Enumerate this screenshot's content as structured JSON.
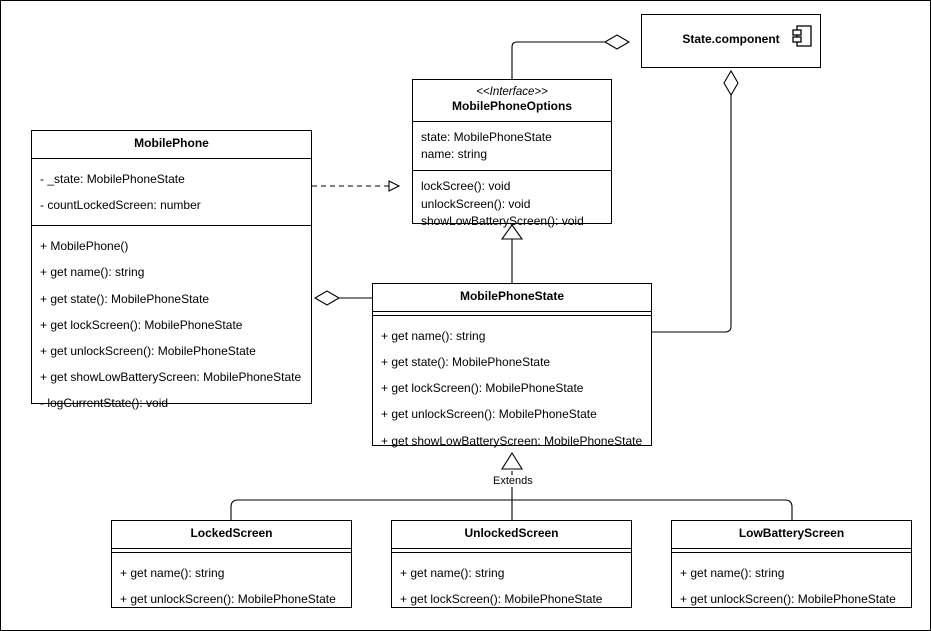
{
  "diagram": {
    "kind": "uml-class-diagram",
    "title": "MobilePhone State Pattern UML Class Diagram",
    "stroke_color": "#000000",
    "background_color": "#ffffff",
    "connector_color": "#000000"
  },
  "classes": {
    "state_component": {
      "name": "State.component",
      "icon": "component-icon",
      "stereotype": "",
      "attributes": [],
      "methods": []
    },
    "mobile_phone_options": {
      "stereotype": "<<Interface>>",
      "name": "MobilePhoneOptions",
      "attributes": [
        "state: MobilePhoneState",
        "name: string"
      ],
      "methods": [
        "lockScree(): void",
        "unlockScreen(): void",
        "showLowBatteryScreen(): void"
      ]
    },
    "mobile_phone": {
      "name": "MobilePhone",
      "stereotype": "",
      "attributes": [
        "- _state: MobilePhoneState",
        "- countLockedScreen: number"
      ],
      "methods": [
        "+ MobilePhone()",
        "+ get name(): string",
        "+ get state(): MobilePhoneState",
        "+ get lockScreen(): MobilePhoneState",
        "+ get unlockScreen(): MobilePhoneState",
        "+ get showLowBatteryScreen: MobilePhoneState",
        "- logCurrentState(): void"
      ]
    },
    "mobile_phone_state": {
      "name": "MobilePhoneState",
      "stereotype": "",
      "attributes": [],
      "methods": [
        "+ get name(): string",
        "+ get state(): MobilePhoneState",
        "+ get lockScreen(): MobilePhoneState",
        "+ get unlockScreen(): MobilePhoneState",
        "+ get showLowBatteryScreen: MobilePhoneState"
      ]
    },
    "locked_screen": {
      "name": "LockedScreen",
      "stereotype": "",
      "attributes": [],
      "methods": [
        "+ get name(): string",
        "+ get unlockScreen(): MobilePhoneState"
      ]
    },
    "unlocked_screen": {
      "name": "UnlockedScreen",
      "stereotype": "",
      "attributes": [],
      "methods": [
        "+ get name(): string",
        "+ get lockScreen(): MobilePhoneState"
      ]
    },
    "low_battery_screen": {
      "name": "LowBatteryScreen",
      "stereotype": "",
      "attributes": [],
      "methods": [
        "+ get name(): string",
        "+ get unlockScreen(): MobilePhoneState"
      ]
    }
  },
  "relationships": [
    {
      "id": "options-to-component",
      "from": "mobile_phone_options",
      "to": "state_component",
      "type": "aggregation",
      "label": ""
    },
    {
      "id": "state-to-component",
      "from": "mobile_phone_state",
      "to": "state_component",
      "type": "aggregation",
      "label": ""
    },
    {
      "id": "phone-to-options",
      "from": "mobile_phone",
      "to": "mobile_phone_options",
      "type": "realization",
      "label": ""
    },
    {
      "id": "state-to-options",
      "from": "mobile_phone_state",
      "to": "mobile_phone_options",
      "type": "generalization",
      "label": ""
    },
    {
      "id": "state-to-phone",
      "from": "mobile_phone_state",
      "to": "mobile_phone",
      "type": "aggregation",
      "label": ""
    },
    {
      "id": "subclasses-to-state",
      "from": "locked_screen, unlocked_screen, low_battery_screen",
      "to": "mobile_phone_state",
      "type": "generalization",
      "label": "Extends"
    }
  ],
  "labels": {
    "extends": "Extends"
  }
}
